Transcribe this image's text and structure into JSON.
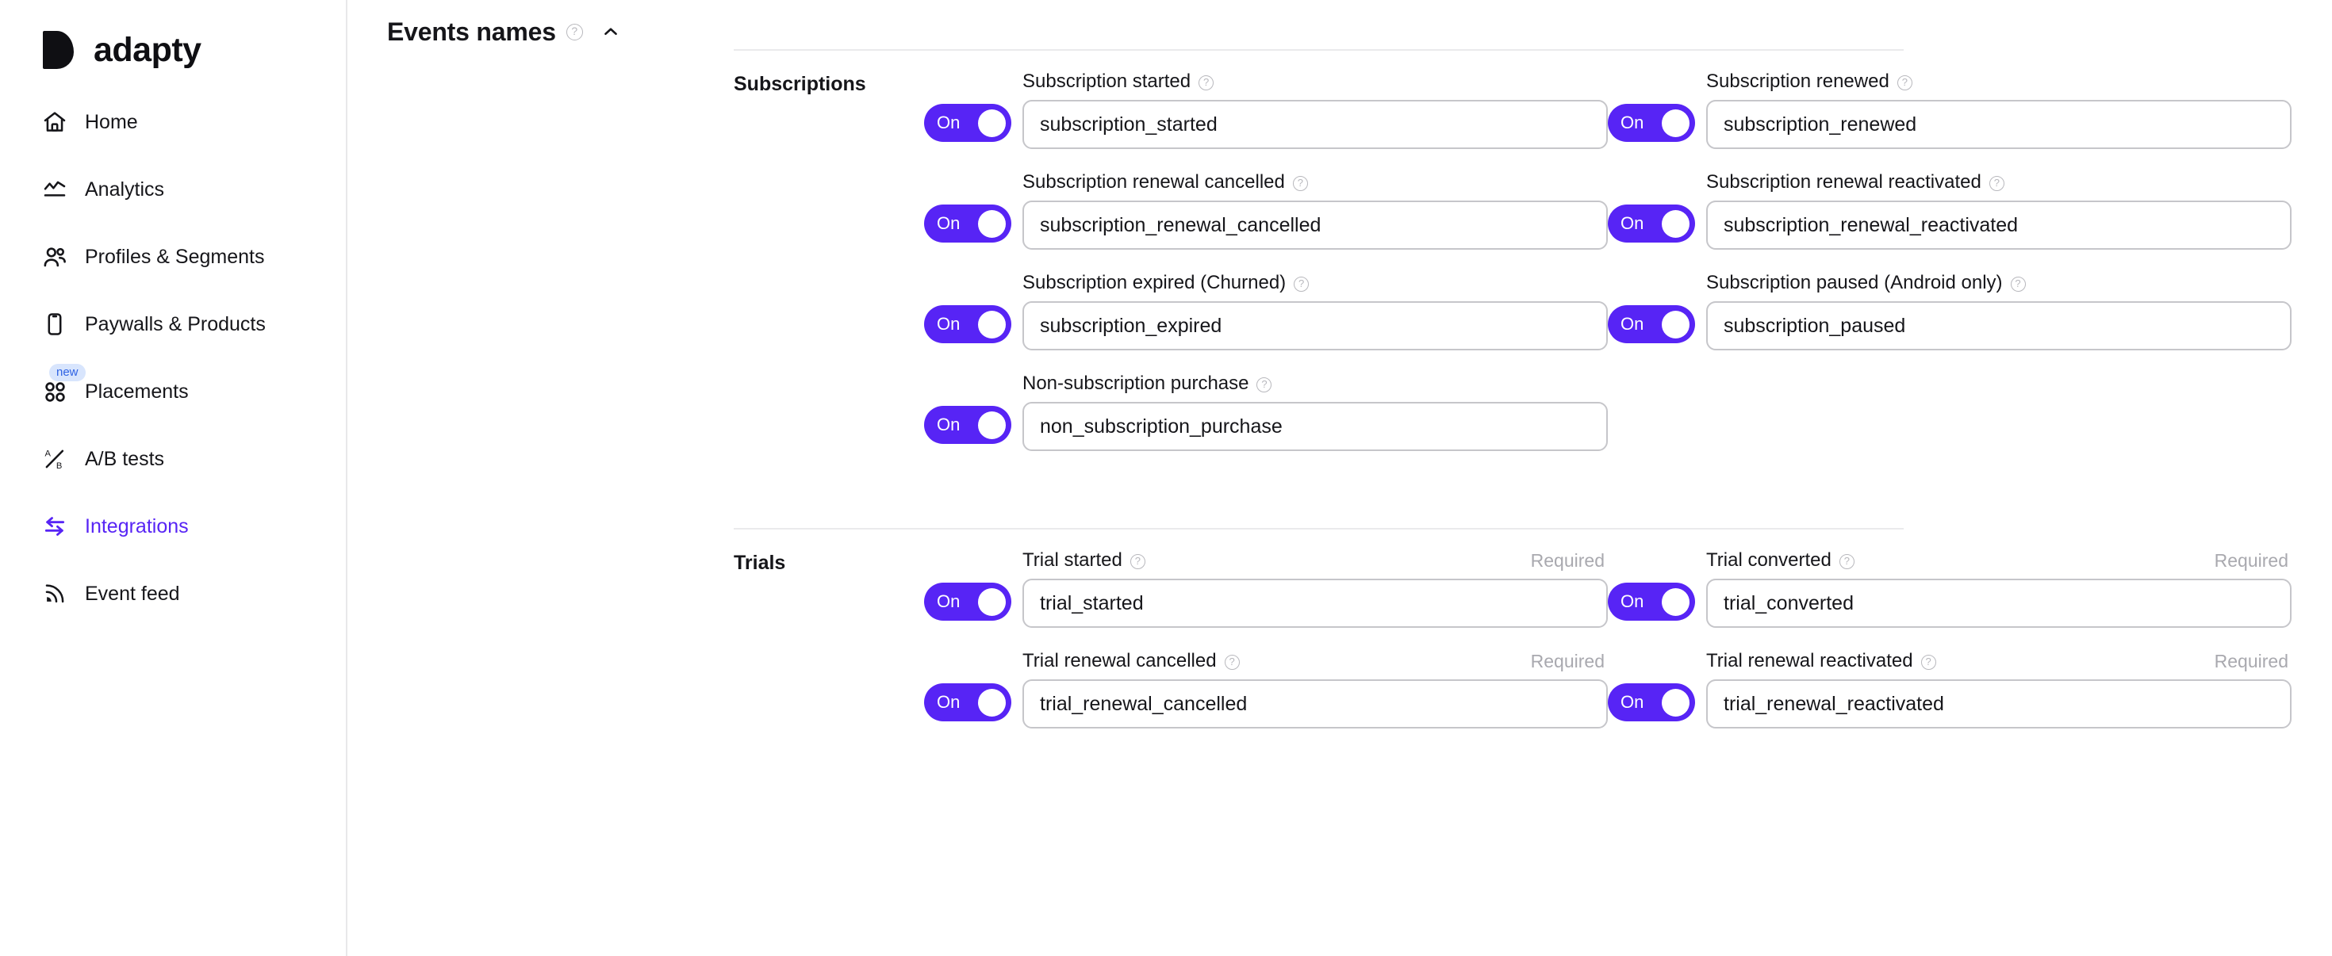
{
  "brand": {
    "name": "adapty",
    "accent": "#5724f5",
    "badge_bg": "#d8e5fd",
    "badge_fg": "#2f63e4"
  },
  "sidebar": {
    "items": [
      {
        "label": "Home",
        "icon": "home-icon",
        "active": false,
        "badge": null
      },
      {
        "label": "Analytics",
        "icon": "analytics-icon",
        "active": false,
        "badge": null
      },
      {
        "label": "Profiles & Segments",
        "icon": "profiles-icon",
        "active": false,
        "badge": null
      },
      {
        "label": "Paywalls & Products",
        "icon": "paywalls-icon",
        "active": false,
        "badge": null
      },
      {
        "label": "Placements",
        "icon": "placements-icon",
        "active": false,
        "badge": "new"
      },
      {
        "label": "A/B tests",
        "icon": "ab-tests-icon",
        "active": false,
        "badge": null
      },
      {
        "label": "Integrations",
        "icon": "integrations-icon",
        "active": true,
        "badge": null
      },
      {
        "label": "Event feed",
        "icon": "event-feed-icon",
        "active": false,
        "badge": null
      }
    ]
  },
  "header": {
    "title": "Events names",
    "help_icon": "question-mark-icon",
    "collapse_icon": "chevron-up-icon"
  },
  "sections": [
    {
      "title": "Subscriptions",
      "fields": [
        {
          "label": "Subscription started",
          "value": "subscription_started",
          "toggle": "On",
          "required": ""
        },
        {
          "label": "Subscription renewed",
          "value": "subscription_renewed",
          "toggle": "On",
          "required": ""
        },
        {
          "label": "Subscription renewal cancelled",
          "value": "subscription_renewal_cancelled",
          "toggle": "On",
          "required": ""
        },
        {
          "label": "Subscription renewal reactivated",
          "value": "subscription_renewal_reactivated",
          "toggle": "On",
          "required": ""
        },
        {
          "label": "Subscription expired (Churned)",
          "value": "subscription_expired",
          "toggle": "On",
          "required": ""
        },
        {
          "label": "Subscription paused (Android only)",
          "value": "subscription_paused",
          "toggle": "On",
          "required": ""
        },
        {
          "label": "Non-subscription purchase",
          "value": "non_subscription_purchase",
          "toggle": "On",
          "required": ""
        }
      ]
    },
    {
      "title": "Trials",
      "fields": [
        {
          "label": "Trial started",
          "value": "trial_started",
          "toggle": "On",
          "required": "Required"
        },
        {
          "label": "Trial converted",
          "value": "trial_converted",
          "toggle": "On",
          "required": "Required"
        },
        {
          "label": "Trial renewal cancelled",
          "value": "trial_renewal_cancelled",
          "toggle": "On",
          "required": "Required"
        },
        {
          "label": "Trial renewal reactivated",
          "value": "trial_renewal_reactivated",
          "toggle": "On",
          "required": "Required"
        }
      ]
    }
  ]
}
